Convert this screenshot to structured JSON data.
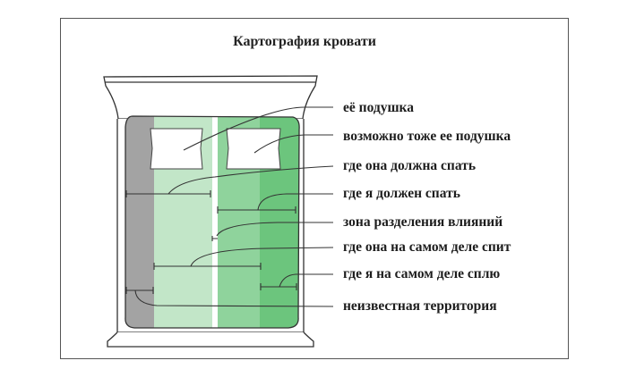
{
  "title": "Картография кровати",
  "labels": [
    "её подушка",
    "возможно тоже ее подушка",
    "где она должна спать",
    "где я должен спать",
    "зона разделения влияний",
    "где она на самом деле спит",
    "где я на самом деле сплю",
    "неизвестная территория"
  ],
  "colors": {
    "gray": "#a3a3a3",
    "light_green": "#c2e6c8",
    "mid_green": "#8fd39c",
    "dark_green": "#6cc57d"
  }
}
